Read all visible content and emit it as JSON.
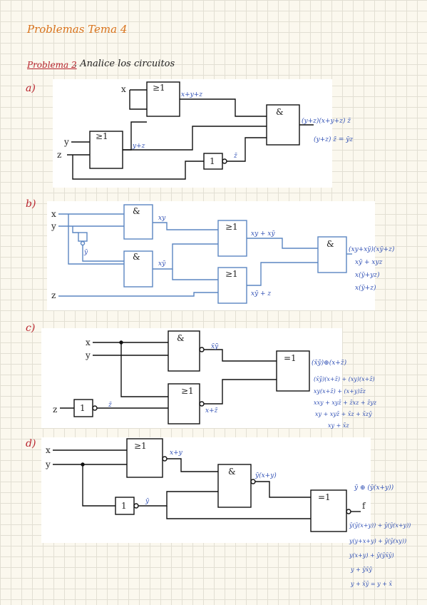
{
  "header": {
    "title": "Problemas  Tema 4"
  },
  "problem": {
    "label": "Problema 2",
    "instruction": ". Analice  los  circuitos"
  },
  "sections": {
    "a": "a)",
    "b": "b)",
    "c": "c)",
    "d": "d)"
  },
  "circuit_a": {
    "inputs": {
      "x": "x",
      "y": "y",
      "z": "z"
    },
    "gates": {
      "or1": "≥1",
      "or2": "≥1",
      "not": "1",
      "and": "&"
    },
    "wire_notes": {
      "or1_out": "x+y+z",
      "or2_out": "y+z",
      "not_out": "z̄"
    },
    "results": [
      "(y+z)(x+y+z) z̄",
      "(y+z) z̄  = ȳz"
    ]
  },
  "circuit_b": {
    "inputs": {
      "x": "x",
      "y": "y",
      "z": "z"
    },
    "gates": {
      "and1": "&",
      "and2": "&",
      "or1": "≥1",
      "or2": "≥1",
      "and3": "&"
    },
    "wire_notes": {
      "ybar": "ȳ",
      "and1_out": "xy",
      "and2_out": "xȳ",
      "or1_out": "xy + xȳ",
      "or2_out": "xȳ + z"
    },
    "results": [
      "(xy+xȳ)(xȳ+z)",
      "xȳ + xyz",
      "x(ȳ+yz)",
      "x(ȳ+z)"
    ]
  },
  "circuit_c": {
    "inputs": {
      "x": "x",
      "y": "y",
      "z": "z"
    },
    "gates": {
      "and": "&",
      "or": "≥1",
      "not": "1",
      "xor": "=1"
    },
    "wire_notes": {
      "nand_out": "x̄ȳ̄",
      "not_out": "z̄",
      "nor_out": "x+z̄"
    },
    "results": [
      "(x̄ȳ̄)⊕(x+z̄)",
      "(x̄ȳ̄)(x+z̄) + (xy)(x+z̄)",
      "xy(x+z̄) + (x+y)z̄z",
      "xxy + xyz̄ + z̄xz + z̄yz",
      "xy + xyz̄ + x̄z + x̄zȳ",
      "xy + x̄z"
    ]
  },
  "circuit_d": {
    "inputs": {
      "x": "x",
      "y": "y"
    },
    "gates": {
      "or": "≥1",
      "and": "&",
      "not": "1",
      "xor": "=1"
    },
    "output": "f",
    "wire_notes": {
      "nor_out": "x+y",
      "not_out": "ȳ",
      "nand_out": "ȳ(x+y)"
    },
    "results": [
      "ȳ ⊕ (ȳ(x+y))",
      "ȳ(ȳ(x+y)) + ȳ(ȳ(x+y))",
      "y(y+x+y) + ȳ(ȳ(xy))",
      "y(x+y) + ȳ(ȳx̄ȳ)",
      "y + ȳx̄ȳ",
      "y + x̄ȳ = y + x̄"
    ]
  }
}
